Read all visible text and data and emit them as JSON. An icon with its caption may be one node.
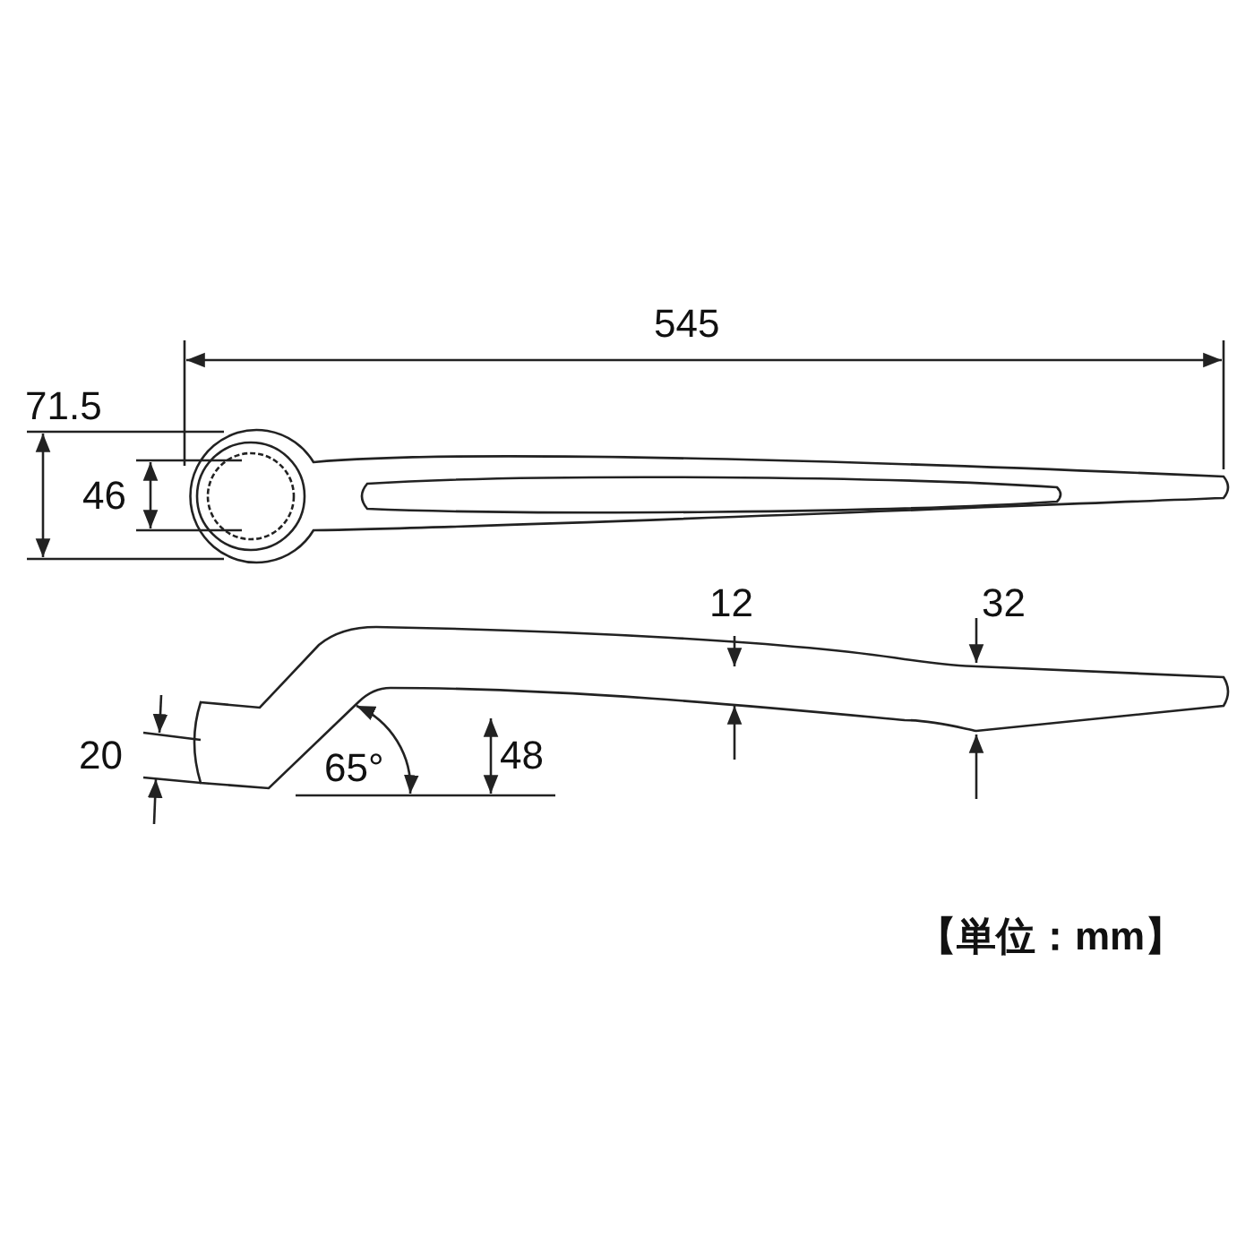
{
  "diagram": {
    "labels": [
      "545",
      "71.5",
      "46",
      "12",
      "32",
      "20",
      "65°",
      "48",
      "【単位：mm】"
    ]
  }
}
